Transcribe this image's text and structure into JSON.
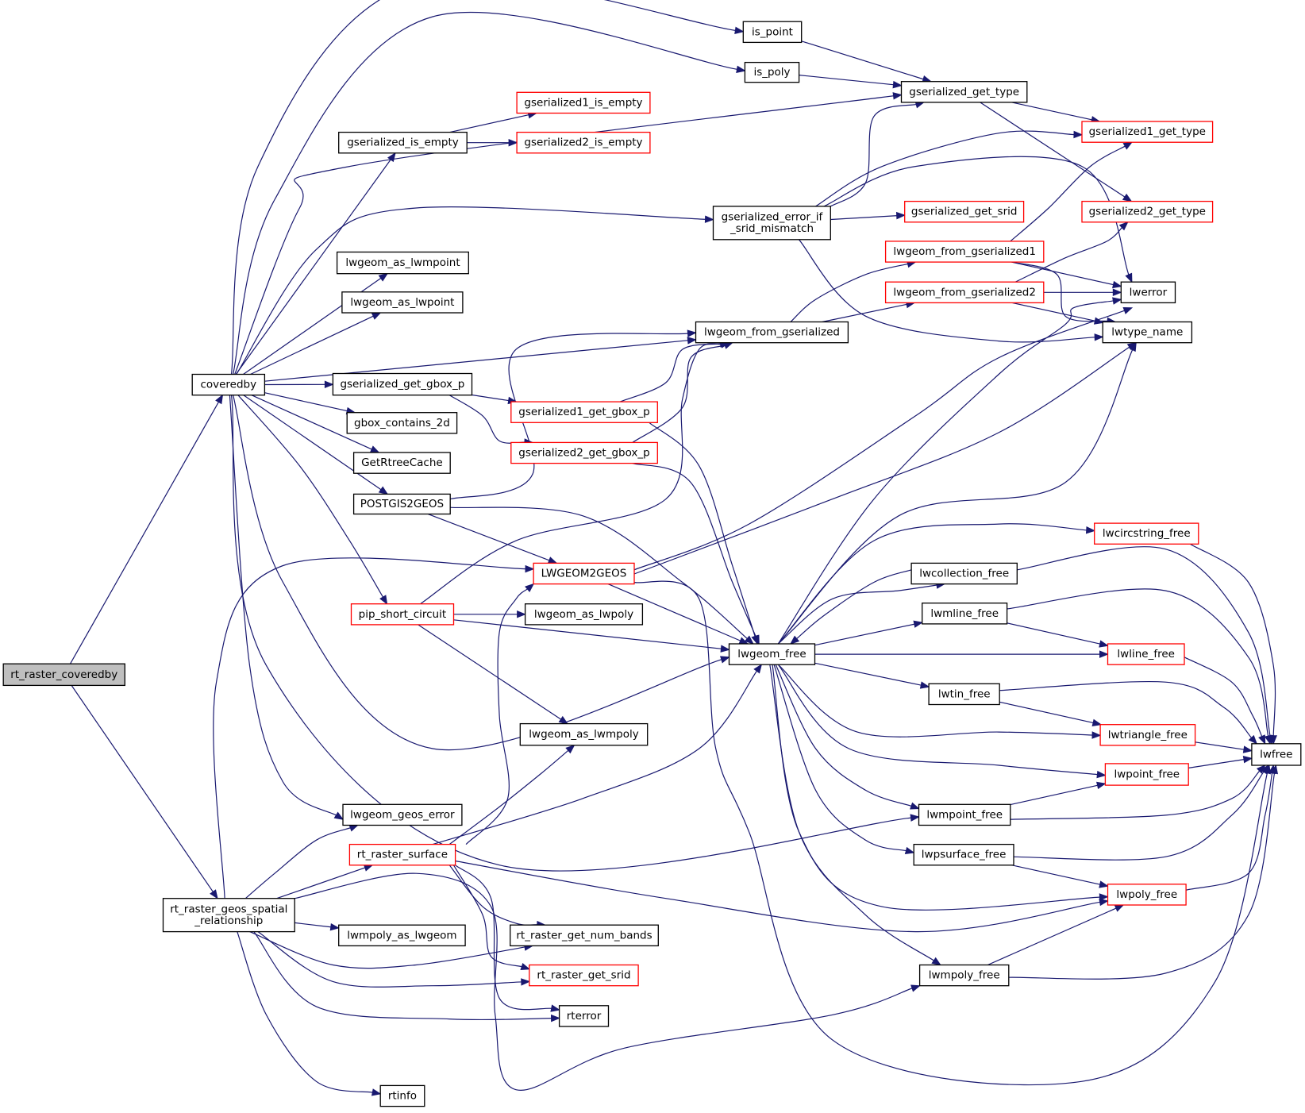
{
  "diagram": {
    "type": "call-graph",
    "colors": {
      "edge": "#191970",
      "normal_border": "#000000",
      "truncated_border": "#ff0000",
      "root_fill": "#bfbfbf",
      "fill": "#ffffff"
    },
    "nodes": [
      {
        "id": "rt_raster_coveredby",
        "lines": [
          "rt_raster_coveredby"
        ],
        "style": "root"
      },
      {
        "id": "coveredby",
        "lines": [
          "coveredby"
        ],
        "style": "normal"
      },
      {
        "id": "rt_raster_geos_spatial_relationship",
        "lines": [
          "rt_raster_geos_spatial",
          "_relationship"
        ],
        "style": "normal"
      },
      {
        "id": "is_point",
        "lines": [
          "is_point"
        ],
        "style": "normal"
      },
      {
        "id": "is_poly",
        "lines": [
          "is_poly"
        ],
        "style": "normal"
      },
      {
        "id": "gserialized_is_empty",
        "lines": [
          "gserialized_is_empty"
        ],
        "style": "normal"
      },
      {
        "id": "gserialized1_is_empty",
        "lines": [
          "gserialized1_is_empty"
        ],
        "style": "truncated"
      },
      {
        "id": "gserialized2_is_empty",
        "lines": [
          "gserialized2_is_empty"
        ],
        "style": "truncated"
      },
      {
        "id": "gserialized_get_type",
        "lines": [
          "gserialized_get_type"
        ],
        "style": "normal"
      },
      {
        "id": "gserialized1_get_type",
        "lines": [
          "gserialized1_get_type"
        ],
        "style": "truncated"
      },
      {
        "id": "gserialized2_get_type",
        "lines": [
          "gserialized2_get_type"
        ],
        "style": "truncated"
      },
      {
        "id": "gserialized_error_if_srid_mismatch",
        "lines": [
          "gserialized_error_if",
          "_srid_mismatch"
        ],
        "style": "normal"
      },
      {
        "id": "gserialized_get_srid",
        "lines": [
          "gserialized_get_srid"
        ],
        "style": "truncated"
      },
      {
        "id": "lwgeom_from_gserialized1",
        "lines": [
          "lwgeom_from_gserialized1"
        ],
        "style": "truncated"
      },
      {
        "id": "lwgeom_from_gserialized2",
        "lines": [
          "lwgeom_from_gserialized2"
        ],
        "style": "truncated"
      },
      {
        "id": "lwerror",
        "lines": [
          "lwerror"
        ],
        "style": "normal"
      },
      {
        "id": "lwtype_name",
        "lines": [
          "lwtype_name"
        ],
        "style": "normal"
      },
      {
        "id": "lwgeom_as_lwmpoint",
        "lines": [
          "lwgeom_as_lwmpoint"
        ],
        "style": "normal"
      },
      {
        "id": "lwgeom_as_lwpoint",
        "lines": [
          "lwgeom_as_lwpoint"
        ],
        "style": "normal"
      },
      {
        "id": "lwgeom_from_gserialized",
        "lines": [
          "lwgeom_from_gserialized"
        ],
        "style": "normal"
      },
      {
        "id": "gserialized_get_gbox_p",
        "lines": [
          "gserialized_get_gbox_p"
        ],
        "style": "normal"
      },
      {
        "id": "gserialized1_get_gbox_p",
        "lines": [
          "gserialized1_get_gbox_p"
        ],
        "style": "truncated"
      },
      {
        "id": "gserialized2_get_gbox_p",
        "lines": [
          "gserialized2_get_gbox_p"
        ],
        "style": "truncated"
      },
      {
        "id": "gbox_contains_2d",
        "lines": [
          "gbox_contains_2d"
        ],
        "style": "normal"
      },
      {
        "id": "GetRtreeCache",
        "lines": [
          "GetRtreeCache"
        ],
        "style": "normal"
      },
      {
        "id": "POSTGIS2GEOS",
        "lines": [
          "POSTGIS2GEOS"
        ],
        "style": "normal"
      },
      {
        "id": "LWGEOM2GEOS",
        "lines": [
          "LWGEOM2GEOS"
        ],
        "style": "truncated"
      },
      {
        "id": "pip_short_circuit",
        "lines": [
          "pip_short_circuit"
        ],
        "style": "truncated"
      },
      {
        "id": "lwgeom_as_lwpoly",
        "lines": [
          "lwgeom_as_lwpoly"
        ],
        "style": "normal"
      },
      {
        "id": "lwgeom_free",
        "lines": [
          "lwgeom_free"
        ],
        "style": "normal"
      },
      {
        "id": "lwgeom_as_lwmpoly",
        "lines": [
          "lwgeom_as_lwmpoly"
        ],
        "style": "normal"
      },
      {
        "id": "lwgeom_geos_error",
        "lines": [
          "lwgeom_geos_error"
        ],
        "style": "normal"
      },
      {
        "id": "rt_raster_surface",
        "lines": [
          "rt_raster_surface"
        ],
        "style": "truncated"
      },
      {
        "id": "lwcircstring_free",
        "lines": [
          "lwcircstring_free"
        ],
        "style": "truncated"
      },
      {
        "id": "lwcollection_free",
        "lines": [
          "lwcollection_free"
        ],
        "style": "normal"
      },
      {
        "id": "lwmline_free",
        "lines": [
          "lwmline_free"
        ],
        "style": "normal"
      },
      {
        "id": "lwline_free",
        "lines": [
          "lwline_free"
        ],
        "style": "truncated"
      },
      {
        "id": "lwtin_free",
        "lines": [
          "lwtin_free"
        ],
        "style": "normal"
      },
      {
        "id": "lwtriangle_free",
        "lines": [
          "lwtriangle_free"
        ],
        "style": "truncated"
      },
      {
        "id": "lwfree",
        "lines": [
          "lwfree"
        ],
        "style": "normal"
      },
      {
        "id": "lwpoint_free",
        "lines": [
          "lwpoint_free"
        ],
        "style": "truncated"
      },
      {
        "id": "lwmpoint_free",
        "lines": [
          "lwmpoint_free"
        ],
        "style": "normal"
      },
      {
        "id": "lwpsurface_free",
        "lines": [
          "lwpsurface_free"
        ],
        "style": "normal"
      },
      {
        "id": "lwpoly_free",
        "lines": [
          "lwpoly_free"
        ],
        "style": "truncated"
      },
      {
        "id": "lwmpoly_free",
        "lines": [
          "lwmpoly_free"
        ],
        "style": "normal"
      },
      {
        "id": "lwmpoly_as_lwgeom",
        "lines": [
          "lwmpoly_as_lwgeom"
        ],
        "style": "normal"
      },
      {
        "id": "rt_raster_get_num_bands",
        "lines": [
          "rt_raster_get_num_bands"
        ],
        "style": "normal"
      },
      {
        "id": "rt_raster_get_srid",
        "lines": [
          "rt_raster_get_srid"
        ],
        "style": "truncated"
      },
      {
        "id": "rterror",
        "lines": [
          "rterror"
        ],
        "style": "normal"
      },
      {
        "id": "rtinfo",
        "lines": [
          "rtinfo"
        ],
        "style": "normal"
      }
    ],
    "edges": [
      [
        "rt_raster_coveredby",
        "coveredby"
      ],
      [
        "rt_raster_coveredby",
        "rt_raster_geos_spatial_relationship"
      ],
      [
        "coveredby",
        "is_point"
      ],
      [
        "coveredby",
        "is_poly"
      ],
      [
        "coveredby",
        "gserialized_is_empty"
      ],
      [
        "coveredby",
        "gserialized_get_type"
      ],
      [
        "coveredby",
        "gserialized_error_if_srid_mismatch"
      ],
      [
        "coveredby",
        "lwgeom_as_lwmpoint"
      ],
      [
        "coveredby",
        "lwgeom_as_lwpoint"
      ],
      [
        "coveredby",
        "lwgeom_from_gserialized"
      ],
      [
        "coveredby",
        "gserialized_get_gbox_p"
      ],
      [
        "coveredby",
        "gbox_contains_2d"
      ],
      [
        "coveredby",
        "GetRtreeCache"
      ],
      [
        "coveredby",
        "POSTGIS2GEOS"
      ],
      [
        "coveredby",
        "pip_short_circuit"
      ],
      [
        "coveredby",
        "lwgeom_free"
      ],
      [
        "coveredby",
        "lwmpoint_free"
      ],
      [
        "coveredby",
        "lwgeom_geos_error"
      ],
      [
        "is_point",
        "gserialized_get_type"
      ],
      [
        "is_poly",
        "gserialized_get_type"
      ],
      [
        "gserialized_is_empty",
        "gserialized1_is_empty"
      ],
      [
        "gserialized_is_empty",
        "gserialized2_is_empty"
      ],
      [
        "gserialized_get_type",
        "gserialized1_get_type"
      ],
      [
        "gserialized_get_type",
        "gserialized2_get_type"
      ],
      [
        "gserialized_error_if_srid_mismatch",
        "gserialized_get_type"
      ],
      [
        "gserialized_error_if_srid_mismatch",
        "gserialized1_get_type"
      ],
      [
        "gserialized_error_if_srid_mismatch",
        "gserialized_get_srid"
      ],
      [
        "gserialized_error_if_srid_mismatch",
        "lwerror"
      ],
      [
        "gserialized_error_if_srid_mismatch",
        "lwtype_name"
      ],
      [
        "lwgeom_from_gserialized",
        "lwgeom_from_gserialized1"
      ],
      [
        "lwgeom_from_gserialized",
        "lwgeom_from_gserialized2"
      ],
      [
        "lwgeom_from_gserialized1",
        "gserialized1_get_type"
      ],
      [
        "lwgeom_from_gserialized1",
        "lwerror"
      ],
      [
        "lwgeom_from_gserialized1",
        "lwtype_name"
      ],
      [
        "lwgeom_from_gserialized2",
        "gserialized2_get_type"
      ],
      [
        "lwgeom_from_gserialized2",
        "lwerror"
      ],
      [
        "lwgeom_from_gserialized2",
        "lwtype_name"
      ],
      [
        "gserialized_get_gbox_p",
        "gserialized1_get_gbox_p"
      ],
      [
        "gserialized_get_gbox_p",
        "gserialized2_get_gbox_p"
      ],
      [
        "gserialized1_get_gbox_p",
        "lwgeom_from_gserialized"
      ],
      [
        "gserialized1_get_gbox_p",
        "lwgeom_free"
      ],
      [
        "gserialized2_get_gbox_p",
        "lwgeom_from_gserialized"
      ],
      [
        "gserialized2_get_gbox_p",
        "lwgeom_free"
      ],
      [
        "POSTGIS2GEOS",
        "lwgeom_from_gserialized"
      ],
      [
        "POSTGIS2GEOS",
        "LWGEOM2GEOS"
      ],
      [
        "POSTGIS2GEOS",
        "lwgeom_free"
      ],
      [
        "LWGEOM2GEOS",
        "lwerror"
      ],
      [
        "LWGEOM2GEOS",
        "lwtype_name"
      ],
      [
        "LWGEOM2GEOS",
        "lwgeom_free"
      ],
      [
        "LWGEOM2GEOS",
        "lwfree"
      ],
      [
        "pip_short_circuit",
        "lwgeom_from_gserialized"
      ],
      [
        "pip_short_circuit",
        "lwgeom_as_lwpoly"
      ],
      [
        "pip_short_circuit",
        "lwgeom_free"
      ],
      [
        "pip_short_circuit",
        "lwgeom_as_lwmpoly"
      ],
      [
        "lwgeom_free",
        "lwerror"
      ],
      [
        "lwgeom_free",
        "lwtype_name"
      ],
      [
        "lwgeom_free",
        "lwcircstring_free"
      ],
      [
        "lwgeom_free",
        "lwcollection_free"
      ],
      [
        "lwgeom_free",
        "lwmline_free"
      ],
      [
        "lwgeom_free",
        "lwline_free"
      ],
      [
        "lwgeom_free",
        "lwtin_free"
      ],
      [
        "lwgeom_free",
        "lwtriangle_free"
      ],
      [
        "lwgeom_free",
        "lwpoint_free"
      ],
      [
        "lwgeom_free",
        "lwmpoint_free"
      ],
      [
        "lwgeom_free",
        "lwpsurface_free"
      ],
      [
        "lwgeom_free",
        "lwpoly_free"
      ],
      [
        "lwgeom_free",
        "lwmpoly_free"
      ],
      [
        "lwcircstring_free",
        "lwfree"
      ],
      [
        "lwcollection_free",
        "lwgeom_free"
      ],
      [
        "lwcollection_free",
        "lwfree"
      ],
      [
        "lwmline_free",
        "lwline_free"
      ],
      [
        "lwmline_free",
        "lwfree"
      ],
      [
        "lwline_free",
        "lwfree"
      ],
      [
        "lwtin_free",
        "lwtriangle_free"
      ],
      [
        "lwtin_free",
        "lwfree"
      ],
      [
        "lwtriangle_free",
        "lwfree"
      ],
      [
        "lwpoint_free",
        "lwfree"
      ],
      [
        "lwmpoint_free",
        "lwpoint_free"
      ],
      [
        "lwmpoint_free",
        "lwfree"
      ],
      [
        "lwpsurface_free",
        "lwpoly_free"
      ],
      [
        "lwpsurface_free",
        "lwfree"
      ],
      [
        "lwpoly_free",
        "lwfree"
      ],
      [
        "lwmpoly_free",
        "lwpoly_free"
      ],
      [
        "lwmpoly_free",
        "lwfree"
      ],
      [
        "rt_raster_geos_spatial_relationship",
        "LWGEOM2GEOS"
      ],
      [
        "rt_raster_geos_spatial_relationship",
        "lwgeom_geos_error"
      ],
      [
        "rt_raster_geos_spatial_relationship",
        "rt_raster_surface"
      ],
      [
        "rt_raster_geos_spatial_relationship",
        "lwmpoly_as_lwgeom"
      ],
      [
        "rt_raster_geos_spatial_relationship",
        "rt_raster_get_num_bands"
      ],
      [
        "rt_raster_geos_spatial_relationship",
        "rt_raster_get_srid"
      ],
      [
        "rt_raster_geos_spatial_relationship",
        "rterror"
      ],
      [
        "rt_raster_geos_spatial_relationship",
        "rtinfo"
      ],
      [
        "rt_raster_geos_spatial_relationship",
        "lwmpoly_free"
      ],
      [
        "rt_raster_surface",
        "LWGEOM2GEOS"
      ],
      [
        "rt_raster_surface",
        "lwgeom_as_lwmpoly"
      ],
      [
        "rt_raster_surface",
        "lwgeom_free"
      ],
      [
        "rt_raster_surface",
        "rt_raster_get_num_bands"
      ],
      [
        "rt_raster_surface",
        "rt_raster_get_srid"
      ],
      [
        "rt_raster_surface",
        "rterror"
      ],
      [
        "rt_raster_surface",
        "lwpoly_free"
      ]
    ]
  }
}
